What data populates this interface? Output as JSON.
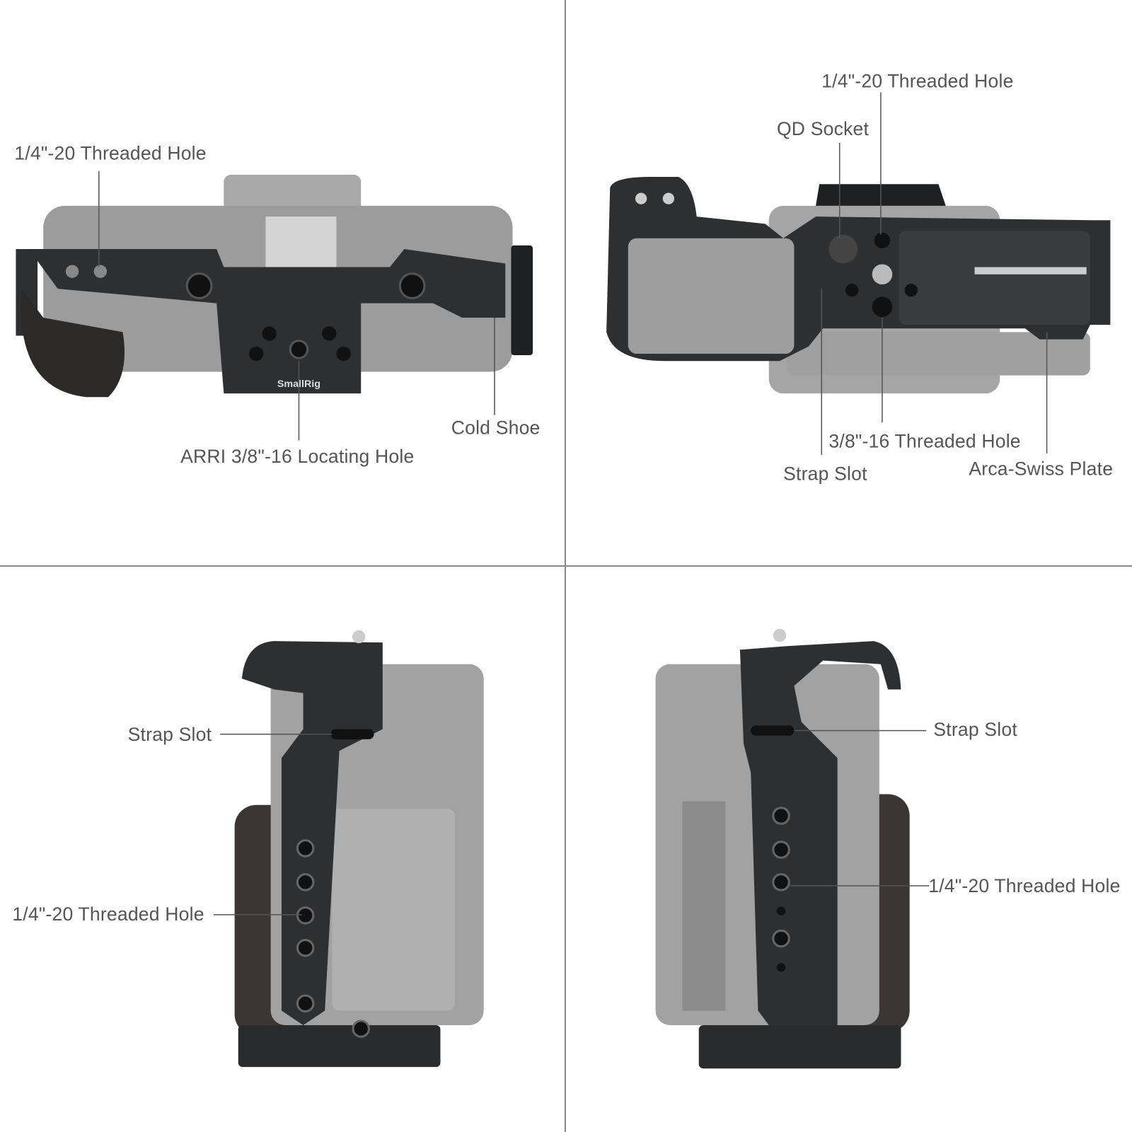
{
  "panels": {
    "top_left": {
      "labels": [
        "1/4\"-20 Threaded Hole",
        "ARRI 3/8\"-16 Locating Hole",
        "Cold Shoe"
      ],
      "logo": "SmallRig"
    },
    "top_right": {
      "labels": [
        "1/4\"-20 Threaded Hole",
        "QD Socket",
        "3/8\"-16 Threaded Hole",
        "Strap Slot",
        "Arca-Swiss Plate"
      ]
    },
    "bottom_left": {
      "labels": [
        "Strap Slot",
        "1/4\"-20 Threaded Hole"
      ]
    },
    "bottom_right": {
      "labels": [
        "Strap Slot",
        "1/4\"-20 Threaded Hole"
      ]
    }
  },
  "colors": {
    "divider": "#888888",
    "label": "#555555",
    "cage": "#2e2f31",
    "camera": "#9a9a9a",
    "wood": "#3b3633"
  }
}
